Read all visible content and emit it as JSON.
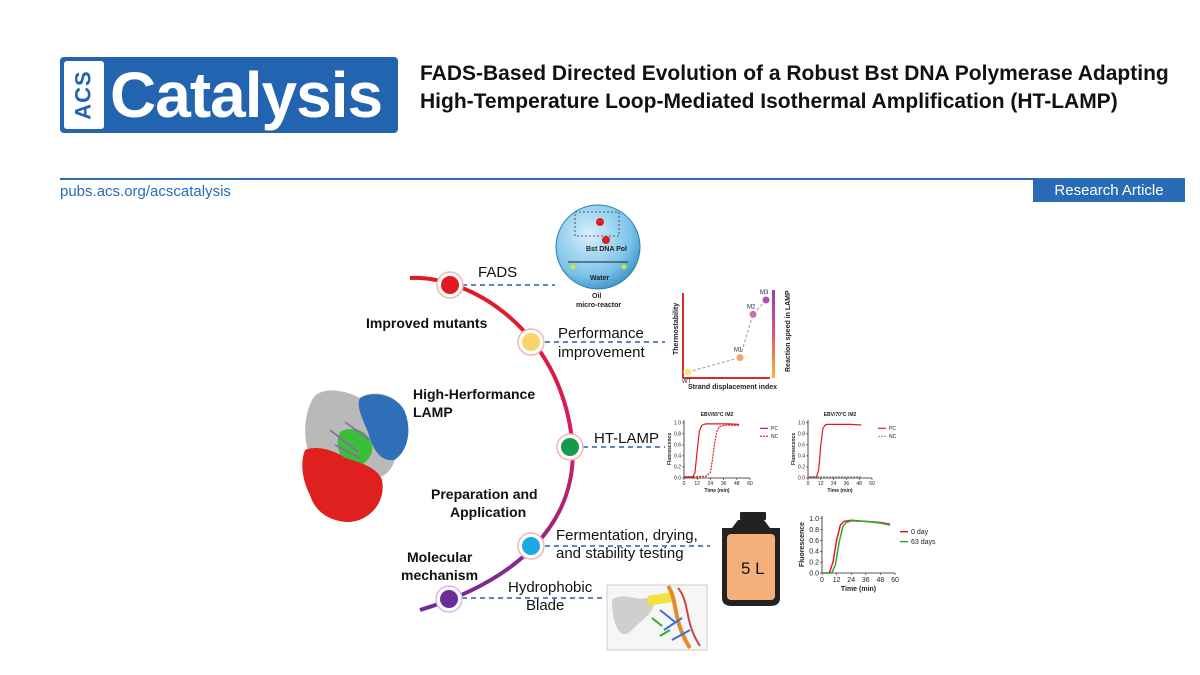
{
  "logo": {
    "acs": "ACS",
    "brand": "Catalysis"
  },
  "title": "FADS-Based Directed Evolution of a Robust Bst DNA Polymerase Adapting High-Temperature Loop-Mediated Isothermal Amplification (HT-LAMP)",
  "header": {
    "url": "pubs.acs.org/acscatalysis",
    "article_type": "Research Article"
  },
  "toc": {
    "nodes": [
      {
        "label": "FADS",
        "color": "#e3191f"
      },
      {
        "label": "Performance",
        "label2": "improvement",
        "color": "#f7d56b"
      },
      {
        "label": "HT-LAMP",
        "color": "#149a4a"
      },
      {
        "label": "Fermentation, drying,",
        "label2": "and stability testing",
        "color": "#1ba8e4"
      },
      {
        "label": "Hydrophobic",
        "label2": "Blade",
        "color": "#6a2d9a"
      }
    ],
    "stages": [
      {
        "line1": "Improved mutants"
      },
      {
        "line1": "High-Herformance",
        "line2": "LAMP"
      },
      {
        "line1": "Preparation and",
        "line2": "Application"
      },
      {
        "line1": "Molecular",
        "line2": "mechanism"
      }
    ],
    "microreactor": {
      "enzyme": "Bst DNA Pol",
      "water": "Water",
      "oil": "Oil",
      "reactor": "micro-reactor"
    },
    "tank_label": "5 L"
  },
  "chart_data": [
    {
      "type": "scatter",
      "xlabel": "Strand displacement index",
      "ylabel": "Thermostability",
      "ylabel_right": "Reaction speed in LAMP",
      "points": [
        {
          "name": "WT",
          "x": 1,
          "y": 1
        },
        {
          "name": "M1",
          "x": 5,
          "y": 2
        },
        {
          "name": "M2",
          "x": 6,
          "y": 5
        },
        {
          "name": "M3",
          "x": 7,
          "y": 6
        }
      ]
    },
    {
      "type": "line",
      "title": "EBV/65°C /M2",
      "xlabel": "Time (min)",
      "ylabel": "Fluorescence",
      "xticks": [
        0,
        12,
        24,
        36,
        48,
        60
      ],
      "yticks": [
        0.0,
        0.2,
        0.4,
        0.6,
        0.8,
        1.0
      ],
      "xlim": [
        0,
        60
      ],
      "ylim": [
        0,
        1.05
      ],
      "legend": [
        "PC",
        "NC"
      ],
      "series": [
        {
          "name": "PC",
          "x": [
            0,
            8,
            10,
            12,
            14,
            16,
            18,
            20,
            30,
            40,
            50
          ],
          "y": [
            0.02,
            0.02,
            0.1,
            0.5,
            0.85,
            0.95,
            0.97,
            0.98,
            0.98,
            0.98,
            0.97
          ]
        },
        {
          "name": "NC",
          "x": [
            0,
            10,
            20,
            24,
            26,
            28,
            30,
            32,
            36,
            40,
            50
          ],
          "y": [
            0.02,
            0.02,
            0.03,
            0.1,
            0.35,
            0.65,
            0.85,
            0.93,
            0.95,
            0.96,
            0.95
          ]
        }
      ]
    },
    {
      "type": "line",
      "title": "EBV/70°C /M2",
      "xlabel": "Time (min)",
      "ylabel": "Fluorescence",
      "xticks": [
        0,
        12,
        24,
        36,
        48,
        60
      ],
      "yticks": [
        0.0,
        0.2,
        0.4,
        0.6,
        0.8,
        1.0
      ],
      "xlim": [
        0,
        60
      ],
      "ylim": [
        0,
        1.05
      ],
      "legend": [
        "PC",
        "NC"
      ],
      "series": [
        {
          "name": "PC",
          "x": [
            0,
            8,
            10,
            12,
            14,
            16,
            18,
            20,
            30,
            40,
            50
          ],
          "y": [
            0.02,
            0.02,
            0.15,
            0.6,
            0.9,
            0.96,
            0.97,
            0.97,
            0.97,
            0.97,
            0.96
          ]
        },
        {
          "name": "NC",
          "x": [
            0,
            10,
            20,
            30,
            40,
            50
          ],
          "y": [
            0.02,
            0.02,
            0.02,
            0.02,
            0.02,
            0.02
          ]
        }
      ]
    },
    {
      "type": "line",
      "xlabel": "Time (min)",
      "ylabel": "Fluorescence",
      "xticks": [
        0,
        12,
        24,
        36,
        48,
        60
      ],
      "yticks": [
        0.0,
        0.2,
        0.4,
        0.6,
        0.8,
        1.0
      ],
      "xlim": [
        0,
        60
      ],
      "ylim": [
        0,
        1.05
      ],
      "legend": [
        "0 day",
        "63 days"
      ],
      "series": [
        {
          "name": "0 day",
          "x": [
            0,
            6,
            9,
            12,
            15,
            18,
            24,
            36,
            48,
            56
          ],
          "y": [
            0.0,
            0.0,
            0.2,
            0.6,
            0.88,
            0.95,
            0.97,
            0.95,
            0.93,
            0.9
          ]
        },
        {
          "name": "63 days",
          "x": [
            0,
            8,
            11,
            14,
            17,
            20,
            24,
            36,
            48,
            56
          ],
          "y": [
            0.0,
            0.0,
            0.15,
            0.55,
            0.85,
            0.93,
            0.96,
            0.95,
            0.92,
            0.88
          ]
        }
      ]
    }
  ],
  "colors": {
    "accent": "#2a6bb5",
    "red": "#e3191f",
    "green": "#149a4a",
    "purple": "#6a2d9a",
    "cyan": "#1ba8e4"
  }
}
